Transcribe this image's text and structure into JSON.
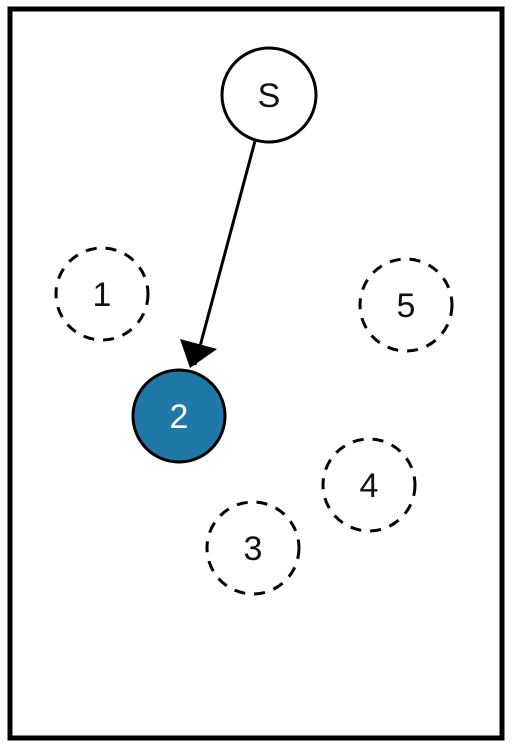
{
  "nodes": [
    {
      "id": "S",
      "label": "S",
      "state": "visited"
    },
    {
      "id": "1",
      "label": "1",
      "state": "unvisited"
    },
    {
      "id": "2",
      "label": "2",
      "state": "current"
    },
    {
      "id": "3",
      "label": "3",
      "state": "unvisited"
    },
    {
      "id": "4",
      "label": "4",
      "state": "unvisited"
    },
    {
      "id": "5",
      "label": "5",
      "state": "unvisited"
    }
  ],
  "edges": [
    {
      "from": "S",
      "to": "2",
      "directed": true
    }
  ],
  "colors": {
    "frame": "#000000",
    "current_fill": "#1f78a8",
    "current_text": "#ffffff",
    "node_fill": "#ffffff",
    "node_stroke": "#000000",
    "text": "#111111"
  }
}
